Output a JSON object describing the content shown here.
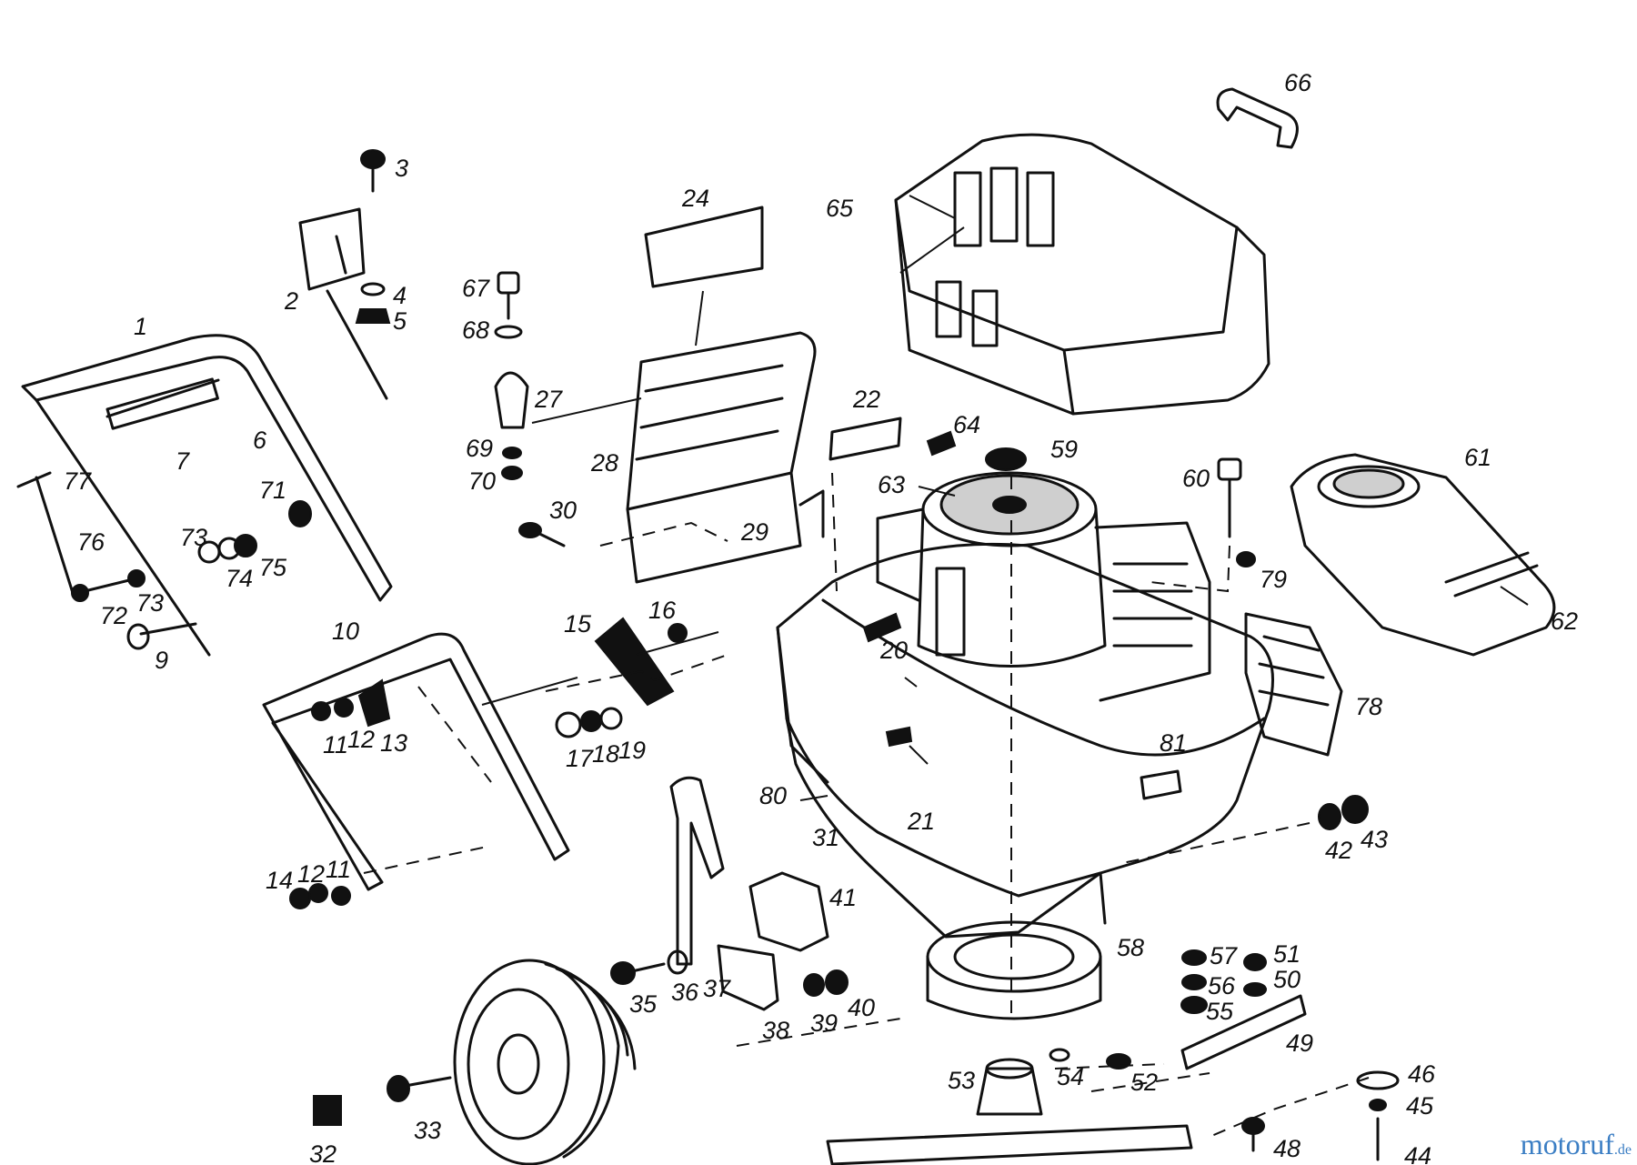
{
  "diagram": {
    "callouts": [
      "1",
      "2",
      "3",
      "4",
      "5",
      "6",
      "7",
      "9",
      "10",
      "11",
      "12",
      "13",
      "14",
      "15",
      "16",
      "17",
      "18",
      "19",
      "20",
      "21",
      "22",
      "24",
      "27",
      "28",
      "29",
      "30",
      "31",
      "32",
      "33",
      "35",
      "36",
      "37",
      "38",
      "39",
      "40",
      "41",
      "42",
      "43",
      "44",
      "45",
      "46",
      "48",
      "49",
      "50",
      "51",
      "52",
      "53",
      "54",
      "55",
      "56",
      "57",
      "58",
      "59",
      "60",
      "61",
      "62",
      "63",
      "64",
      "65",
      "66",
      "67",
      "68",
      "69",
      "70",
      "71",
      "72",
      "73",
      "74",
      "75",
      "76",
      "77",
      "78",
      "79",
      "80",
      "81"
    ]
  },
  "watermark": {
    "brand": "motoruf",
    "tld": ".de"
  }
}
